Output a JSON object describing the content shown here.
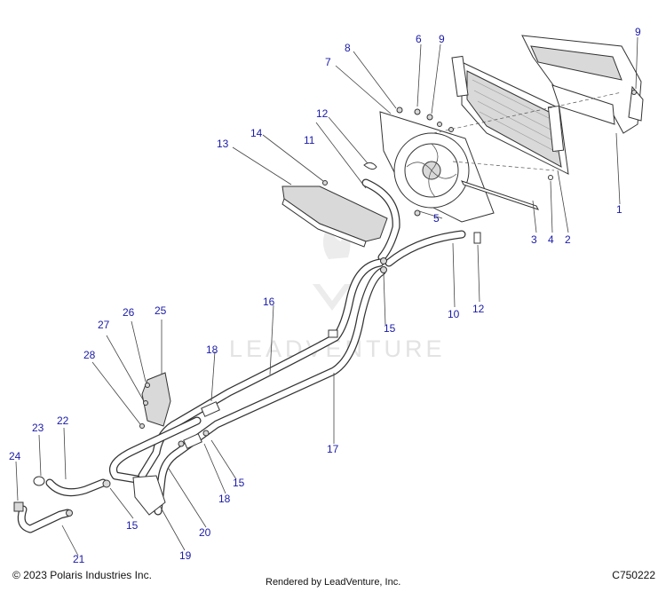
{
  "callouts": [
    "1",
    "2",
    "3",
    "4",
    "5",
    "6",
    "7",
    "8",
    "9",
    "9",
    "10",
    "11",
    "12",
    "12",
    "13",
    "14",
    "15",
    "15",
    "15",
    "16",
    "17",
    "18",
    "18",
    "19",
    "20",
    "21",
    "22",
    "23",
    "24",
    "25",
    "26",
    "27",
    "28"
  ],
  "watermark": {
    "text": "LEADVENTURE"
  },
  "footer": {
    "copyright": "© 2023 Polaris Industries Inc.",
    "rendered_by": "Rendered by LeadVenture, Inc.",
    "diagram_id": "C750222"
  }
}
